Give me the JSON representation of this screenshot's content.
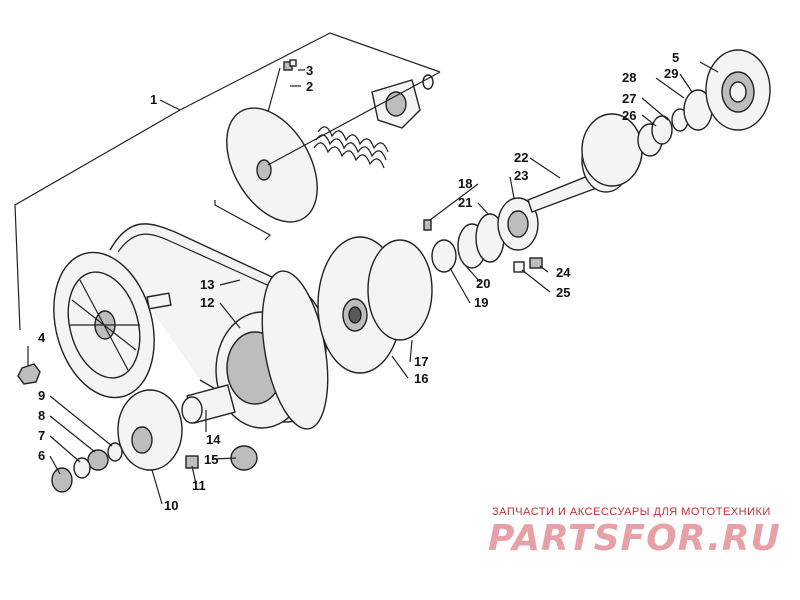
{
  "diagram": {
    "callouts": [
      "1",
      "2",
      "3",
      "4",
      "5",
      "6",
      "7",
      "8",
      "9",
      "10",
      "11",
      "12",
      "13",
      "14",
      "15",
      "16",
      "17",
      "18",
      "19",
      "20",
      "21",
      "22",
      "23",
      "24",
      "25",
      "26",
      "27",
      "28",
      "29"
    ]
  },
  "watermark": {
    "tagline": "ЗАПЧАСТИ И АКСЕССУАРЫ ДЛЯ МОТОТЕХНИКИ",
    "logo": "PARTSFOR.RU",
    "color": "#cc2b36"
  }
}
